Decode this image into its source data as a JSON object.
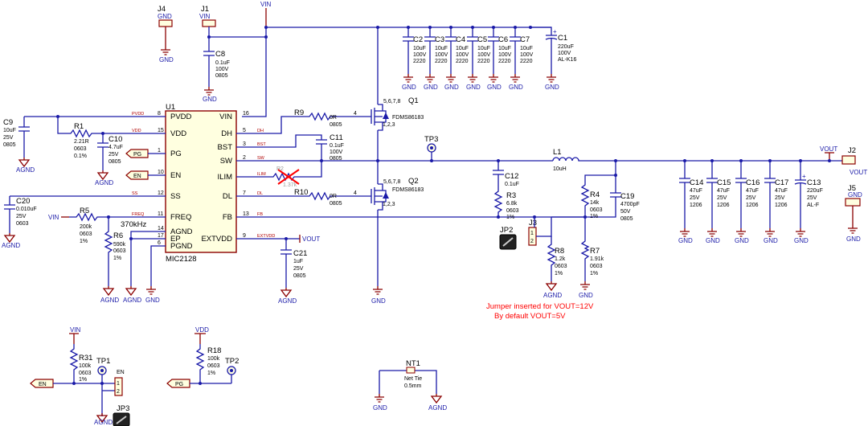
{
  "connectors": [
    {
      "ref": "J4",
      "label": "GND"
    },
    {
      "ref": "J1",
      "label": "VIN"
    },
    {
      "ref": "J2",
      "label": "VOUT"
    },
    {
      "ref": "J5",
      "label": "GND"
    }
  ],
  "ic": {
    "ref": "U1",
    "part": "MIC2128",
    "left_pins": [
      {
        "num": "8",
        "name": "PVDD"
      },
      {
        "num": "15",
        "name": "VDD"
      },
      {
        "num": "1",
        "name": "PG"
      },
      {
        "num": "10",
        "name": "EN"
      },
      {
        "num": "12",
        "name": "SS"
      },
      {
        "num": "11",
        "name": "FREQ"
      },
      {
        "num": "14",
        "name": "AGND"
      },
      {
        "num": "17",
        "name": "EP"
      },
      {
        "num": "6",
        "name": "PGND"
      }
    ],
    "right_pins": [
      {
        "num": "16",
        "name": "VIN"
      },
      {
        "num": "5",
        "name": "DH"
      },
      {
        "num": "3",
        "name": "BST"
      },
      {
        "num": "2",
        "name": "SW"
      },
      {
        "num": "",
        "name": "ILIM"
      },
      {
        "num": "7",
        "name": "DL"
      },
      {
        "num": "13",
        "name": "FB"
      },
      {
        "num": "9",
        "name": "EXTVDD"
      }
    ]
  },
  "nets": {
    "pvdd": "PVDD",
    "vdd": "VDD",
    "ss": "SS",
    "freq": "FREQ",
    "dh": "DH",
    "bst": "BST",
    "sw": "SW",
    "ilim": "ILIM",
    "dl": "DL",
    "fb": "FB",
    "extvdd": "EXTVDD",
    "vin": "VIN",
    "vout": "VOUT",
    "gnd": "GND",
    "agnd": "AGND"
  },
  "pin_labels": {
    "pin4": "4",
    "pin4b": "4",
    "pin_dh": "5",
    "pin_bst": "3",
    "pin_sw": "2",
    "pin_freq": "11",
    "pin_en": "10"
  },
  "input_caps": [
    {
      "ref": "C2",
      "v1": "10uF",
      "v2": "100V",
      "v3": "2220"
    },
    {
      "ref": "C3",
      "v1": "10uF",
      "v2": "100V",
      "v3": "2220"
    },
    {
      "ref": "C4",
      "v1": "10uF",
      "v2": "100V",
      "v3": "2220"
    },
    {
      "ref": "C5",
      "v1": "10uF",
      "v2": "100V",
      "v3": "2220"
    },
    {
      "ref": "C6",
      "v1": "10uF",
      "v2": "100V",
      "v3": "2220"
    },
    {
      "ref": "C7",
      "v1": "10uF",
      "v2": "100V",
      "v3": "2220"
    }
  ],
  "c1": {
    "ref": "C1",
    "v1": "220uF",
    "v2": "100V",
    "v3": "AL-K16"
  },
  "c8": {
    "ref": "C8",
    "v1": "0.1uF",
    "v2": "100V",
    "v3": "0805"
  },
  "c9": {
    "ref": "C9",
    "v1": "10uF",
    "v2": "25V",
    "v3": "0805"
  },
  "r1": {
    "ref": "R1",
    "v1": "2.21R",
    "v2": "0603",
    "v3": "0.1%"
  },
  "c10": {
    "ref": "C10",
    "v1": "4.7uF",
    "v2": "25V",
    "v3": "0805"
  },
  "c20": {
    "ref": "C20",
    "v1": "0.010uF",
    "v2": "25V",
    "v3": "0603"
  },
  "r5": {
    "ref": "R5",
    "v1": "200k",
    "v2": "0603",
    "v3": "1%"
  },
  "r6": {
    "ref": "R6",
    "v1": "590k",
    "v2": "0603",
    "v3": "1%"
  },
  "freq_note": "370kHz",
  "r9": {
    "ref": "R9",
    "v1": "0R",
    "v2": "0805"
  },
  "r10": {
    "ref": "R10",
    "v1": "0R",
    "v2": "0805"
  },
  "r2": {
    "ref": "R2",
    "v1": "1.37k"
  },
  "c11": {
    "ref": "C11",
    "v1": "0.1uF",
    "v2": "100V",
    "v3": "0805"
  },
  "q1": {
    "ref": "Q1",
    "pins": "5,6,7,8",
    "src": "1,2,3",
    "part": "FDMS86183"
  },
  "q2": {
    "ref": "Q2",
    "pins": "5,6,7,8",
    "src": "1,2,3",
    "part": "FDMS86183"
  },
  "tp3": {
    "ref": "TP3"
  },
  "l1": {
    "ref": "L1",
    "v1": "10uH"
  },
  "c12": {
    "ref": "C12",
    "v1": "0.1uF"
  },
  "r3": {
    "ref": "R3",
    "v1": "6.8k",
    "v2": "0603",
    "v3": "1%"
  },
  "r4": {
    "ref": "R4",
    "v1": "14k",
    "v2": "0603",
    "v3": "1%"
  },
  "c19": {
    "ref": "C19",
    "v1": "4700pF",
    "v2": "50V",
    "v3": "0805"
  },
  "r7": {
    "ref": "R7",
    "v1": "1.91k",
    "v2": "0603",
    "v3": "1%"
  },
  "r8": {
    "ref": "R8",
    "v1": "1.2k",
    "v2": "0603",
    "v3": "1%"
  },
  "j3": {
    "ref": "J3"
  },
  "jp2": {
    "ref": "JP2"
  },
  "c21": {
    "ref": "C21",
    "v1": "1uF",
    "v2": "25V",
    "v3": "0805"
  },
  "output_caps": [
    {
      "ref": "C14",
      "v1": "47uF",
      "v2": "25V",
      "v3": "1206"
    },
    {
      "ref": "C15",
      "v1": "47uF",
      "v2": "25V",
      "v3": "1206"
    },
    {
      "ref": "C16",
      "v1": "47uF",
      "v2": "25V",
      "v3": "1206"
    },
    {
      "ref": "C17",
      "v1": "47uF",
      "v2": "25V",
      "v3": "1206"
    }
  ],
  "c13": {
    "ref": "C13",
    "v1": "220uF",
    "v2": "25V",
    "v3": "AL-F"
  },
  "note": {
    "line1": "Jumper inserted for VOUT=12V",
    "line2": "By default VOUT=5V"
  },
  "r31": {
    "ref": "R31",
    "v1": "100k",
    "v2": "0603",
    "v3": "1%"
  },
  "r18": {
    "ref": "R18",
    "v1": "100k",
    "v2": "0603",
    "v3": "1%"
  },
  "tp1": {
    "ref": "TP1"
  },
  "tp2": {
    "ref": "TP2"
  },
  "en_tag": "EN",
  "pg_tag": "PG",
  "en_hdr": "EN",
  "jp3": {
    "ref": "JP3"
  },
  "nt1": {
    "ref": "NT1",
    "v1": "Net Tie",
    "v2": "0.5mm"
  }
}
